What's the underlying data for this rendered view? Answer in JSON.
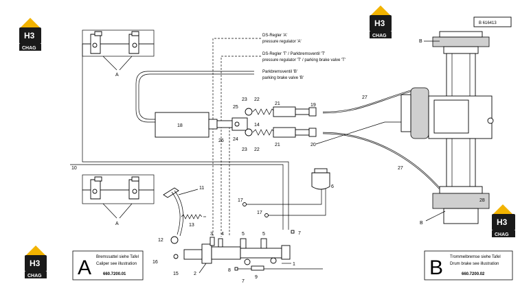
{
  "logo": {
    "main": "H3",
    "sub": "CHAG"
  },
  "doc_id": "B 616413",
  "callouts": [
    {
      "text": "DS-Regler 'A'"
    },
    {
      "text": "pressure regulator 'A'"
    },
    {
      "text": "DS-Regler 'T' / Parkbremsventil 'T'"
    },
    {
      "text": "pressure regulator 'T' / parking brake valve 'T'"
    },
    {
      "text": "Parkbremsventil 'B'"
    },
    {
      "text": "parking brake valve 'B'"
    }
  ],
  "parts": {
    "p1": "1",
    "p2": "2",
    "p5a": "5",
    "p5b": "5",
    "p6": "6",
    "p7a": "7",
    "p7b": "7",
    "p8": "8",
    "p9": "9",
    "p10": "10",
    "p11": "11",
    "p12": "12",
    "p13": "13",
    "p14": "14",
    "p15": "15",
    "p16": "16",
    "p17a": "17",
    "p17b": "17",
    "p18": "18",
    "p19": "19",
    "p20": "20",
    "p21a": "21",
    "p21b": "21",
    "p22a": "22",
    "p22b": "22",
    "p23a": "23",
    "p23b": "23",
    "p24": "24",
    "p25": "25",
    "p26": "26",
    "p27a": "27",
    "p27b": "27",
    "p28": "28",
    "p3": "3",
    "p4": "4",
    "A1": "A",
    "A2": "A",
    "B1": "B",
    "B2": "B"
  },
  "box_a": {
    "letter": "A",
    "line1": "Bremssattel siehe Tafel",
    "line2": "Caliper see illustration",
    "ref": "660.7200.01"
  },
  "box_b": {
    "letter": "B",
    "line1": "Trommelbremse siehe Tafel",
    "line2": "Drum brake see illustration",
    "ref": "660.7200.02"
  },
  "colors": {
    "logo_yellow": "#f2b300",
    "logo_black": "#1a1a1a",
    "box_gray": "#d9d9d9"
  }
}
